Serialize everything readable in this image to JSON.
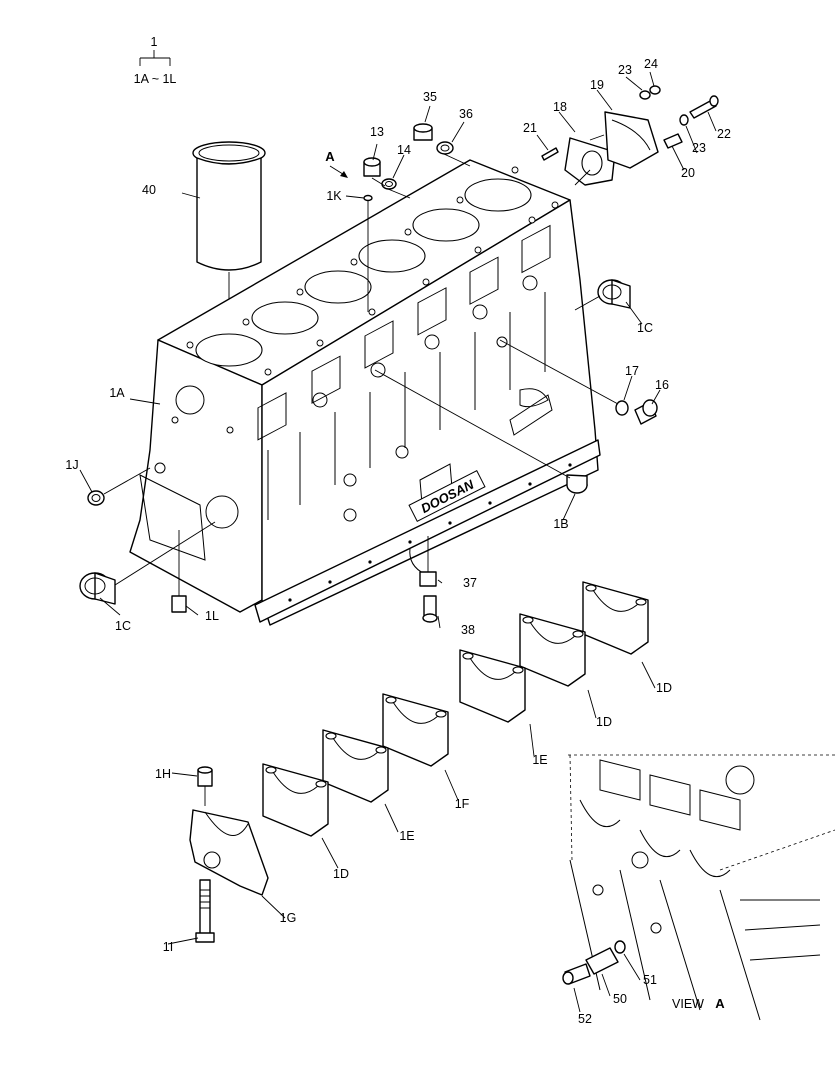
{
  "header": {
    "group_number": "1",
    "group_range": "1A ~ 1L"
  },
  "view_arrow_label": "A",
  "brand_emblem": "DOOSAN",
  "view_caption": {
    "text": "VIEW",
    "letter": "A"
  },
  "callouts": {
    "p13": "13",
    "p35": "35",
    "p36": "36",
    "p14": "14",
    "p18": "18",
    "p19": "19",
    "p21": "21",
    "p23a": "23",
    "p24": "24",
    "p22": "22",
    "p23b": "23",
    "p20": "20",
    "p40": "40",
    "p1K": "1K",
    "p1C_top": "1C",
    "p17": "17",
    "p16": "16",
    "p1A": "1A",
    "p1J": "1J",
    "p1B": "1B",
    "p37": "37",
    "p38": "38",
    "p1C_left": "1C",
    "p1L": "1L",
    "p1D_r1": "1D",
    "p1D_r2": "1D",
    "p1E_r": "1E",
    "p1F": "1F",
    "p1E_l": "1E",
    "p1D_l": "1D",
    "p1H": "1H",
    "p1G": "1G",
    "p1I": "1I",
    "p51": "51",
    "p50": "50",
    "p52": "52"
  }
}
